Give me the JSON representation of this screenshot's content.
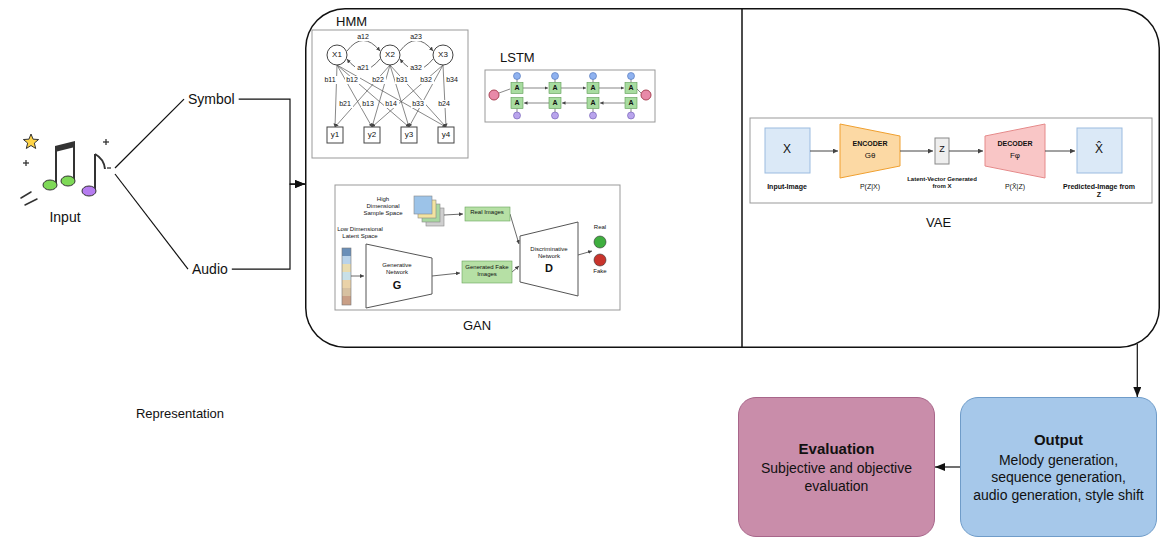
{
  "diagram": {
    "nodes": [
      {
        "text": [
          "Input"
        ]
      },
      {
        "text": [
          "Symbol"
        ]
      },
      {
        "text": [
          "Audio"
        ]
      },
      {
        "text": []
      },
      {
        "text": [
          "HMM"
        ],
        "in": 3
      },
      {
        "text": [
          "LSTM"
        ],
        "in": 3
      },
      {
        "text": [
          "GAN"
        ],
        "in": 3
      },
      {
        "text": [
          "VAE"
        ],
        "in": 3
      },
      {
        "text": [
          "Evaluation",
          "Subjective and objective evaluation"
        ]
      },
      {
        "text": [
          "Output",
          "Melody generation, sequence generation, audio generation, style shift"
        ]
      }
    ],
    "edges": [
      {
        "from": 0,
        "to": 1,
        "arrow": "none"
      },
      {
        "from": 0,
        "to": 2,
        "arrow": "none"
      },
      {
        "from": 1,
        "to": 3,
        "arrow": "to"
      },
      {
        "from": 2,
        "to": 3,
        "arrow": "to"
      },
      {
        "from": 3,
        "to": 9,
        "arrow": "to"
      },
      {
        "from": 9,
        "to": 8,
        "arrow": "to"
      }
    ],
    "labels": [
      "Representation",
      "X1",
      "X2",
      "X3",
      "a12",
      "a21",
      "a23",
      "a32",
      "b11",
      "b12",
      "b22",
      "b31",
      "b32",
      "b34",
      "b21",
      "b13",
      "b14",
      "b33",
      "b24",
      "y1",
      "y2",
      "y3",
      "y4",
      "A",
      "A",
      "A",
      "A",
      "A",
      "A",
      "A",
      "A",
      "High Dimensional Sample Space",
      "Real Images",
      "Low Dimensional Latent Space",
      "Generative Network",
      "G",
      "Generated Fake Images",
      "Discriminative Network",
      "D",
      "Real",
      "Fake",
      "X",
      "Input-Image",
      "ENCODER",
      "Gθ",
      "P(Z|X)",
      "Z",
      "Latent-Vector Generated from X",
      "DECODER",
      "Fφ",
      "P(X̂|Z)",
      "X̂",
      "Predicted-Image from Z"
    ]
  }
}
